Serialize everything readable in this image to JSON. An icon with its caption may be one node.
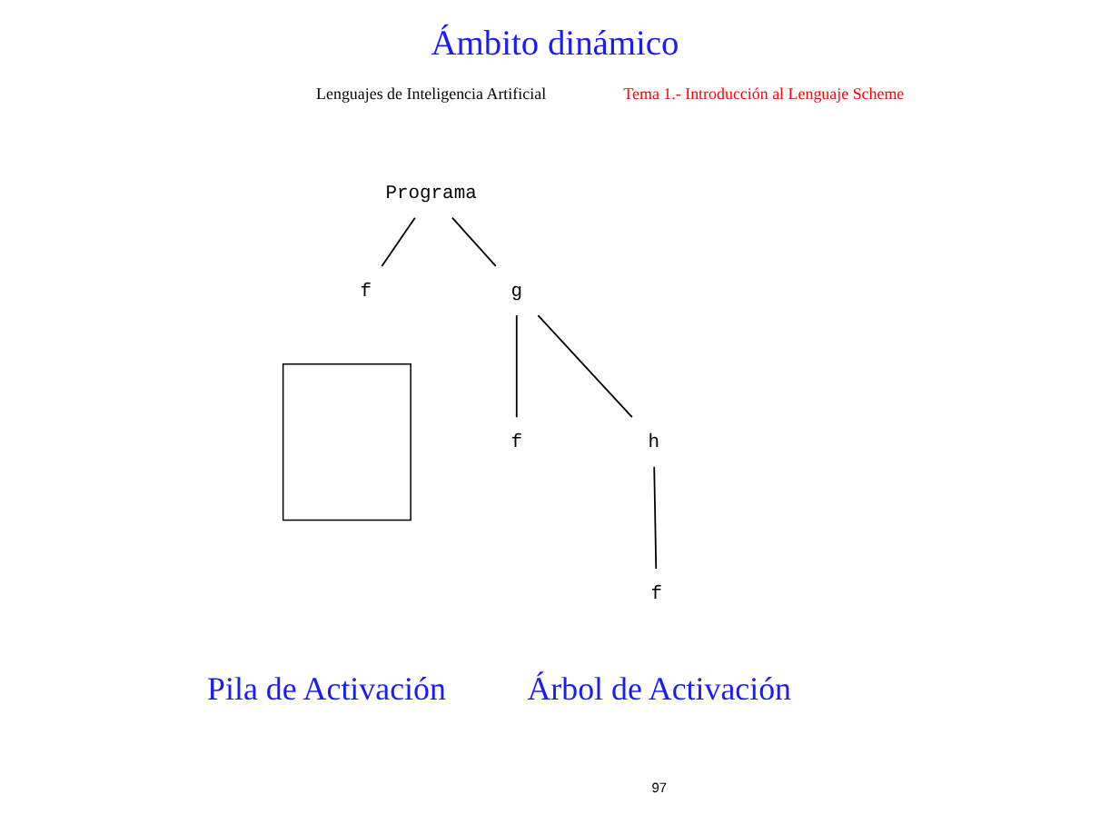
{
  "diagram": {
    "title": "Ámbito dinámico",
    "nodes": [
      {
        "text": [
          "Programa"
        ]
      },
      {
        "text": [
          "f"
        ]
      },
      {
        "text": [
          "g"
        ]
      },
      {
        "text": [],
        "shape": "box"
      },
      {
        "text": [
          "f"
        ]
      },
      {
        "text": [
          "h"
        ]
      },
      {
        "text": [
          "f"
        ]
      }
    ],
    "edges": [
      {
        "from": 0,
        "to": 1,
        "arrow": "none"
      },
      {
        "from": 0,
        "to": 2,
        "arrow": "none"
      },
      {
        "from": 2,
        "to": 4,
        "arrow": "none"
      },
      {
        "from": 2,
        "to": 5,
        "arrow": "none"
      },
      {
        "from": 5,
        "to": 6,
        "arrow": "none"
      }
    ],
    "labels": [
      "Lenguajes de Inteligencia Artificial",
      "Tema 1.- Introducción al Lenguaje Scheme",
      "Pila de Activación",
      "Árbol de Activación",
      "97"
    ]
  }
}
